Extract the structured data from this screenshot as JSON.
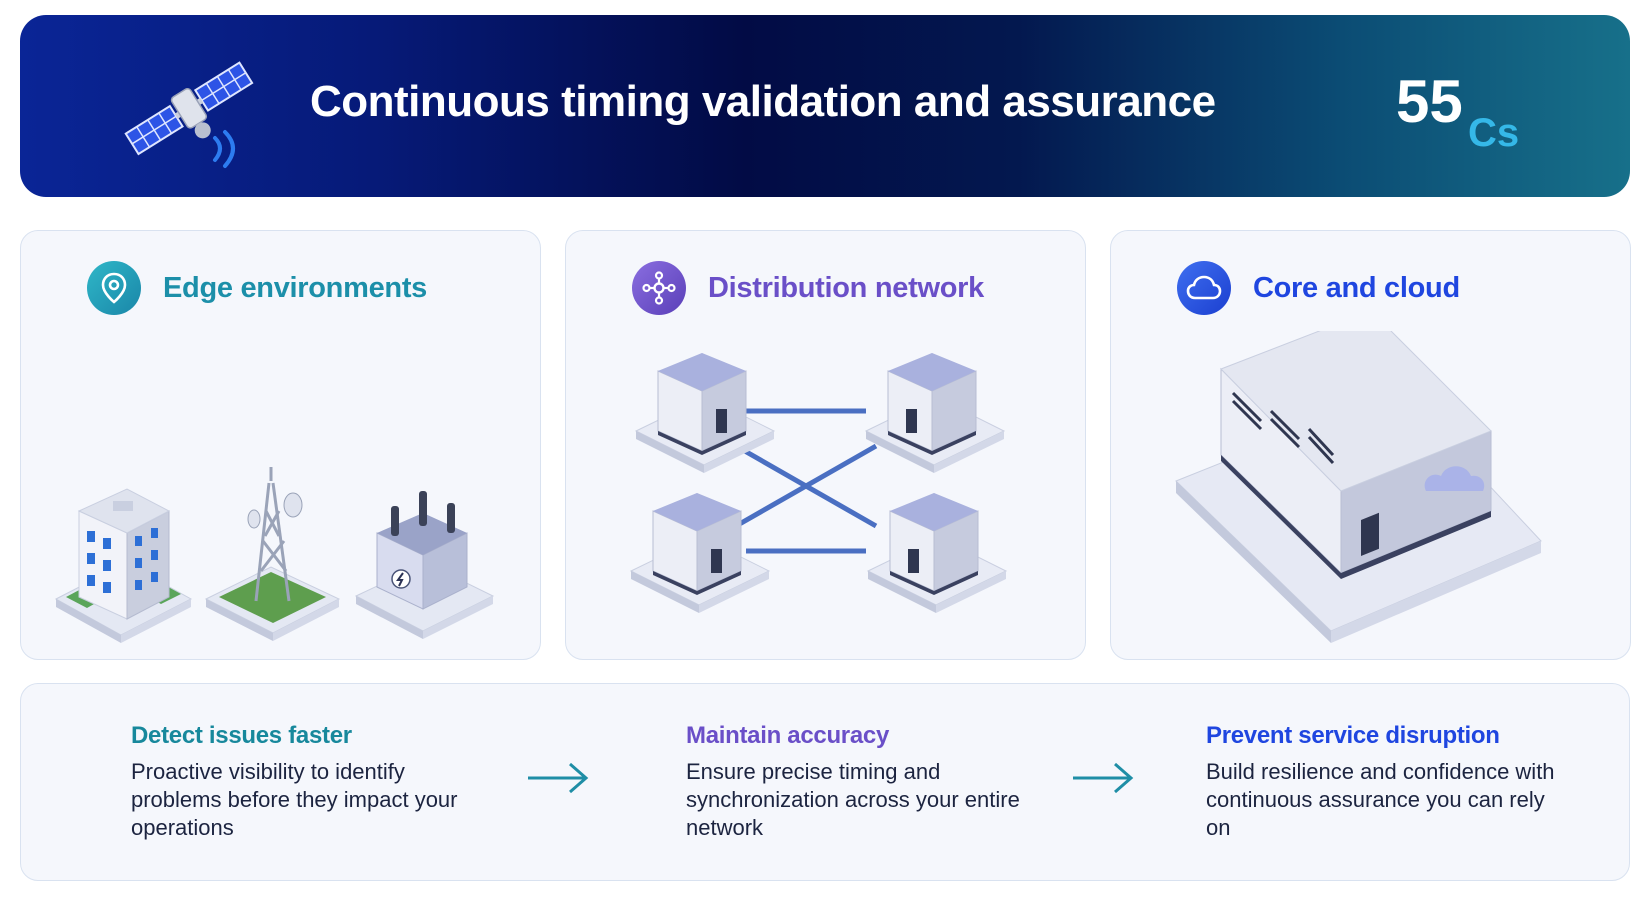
{
  "banner": {
    "title": "Continuous timing validation and assurance",
    "logo_number": "55",
    "logo_suffix": "Cs",
    "icon": "satellite-icon"
  },
  "cards": [
    {
      "title": "Edge environments",
      "icon": "location-pin-icon",
      "color": "#1c8fa9"
    },
    {
      "title": "Distribution network",
      "icon": "network-nodes-icon",
      "color": "#6a4fc8"
    },
    {
      "title": "Core and cloud",
      "icon": "cloud-icon",
      "color": "#1f46e0"
    }
  ],
  "steps": [
    {
      "title": "Detect issues faster",
      "description": "Proactive visibility to identify problems before they impact your operations",
      "color": "#17889c"
    },
    {
      "title": "Maintain accuracy",
      "description": "Ensure precise timing and synchronization across your entire network",
      "color": "#6a4fc8"
    },
    {
      "title": "Prevent service disruption",
      "description": "Build resilience and confidence with continuous assurance you can rely on",
      "color": "#1f46e0"
    }
  ],
  "colors": {
    "arrow": "#1f8ea6",
    "link_line": "#4a6fc2"
  }
}
